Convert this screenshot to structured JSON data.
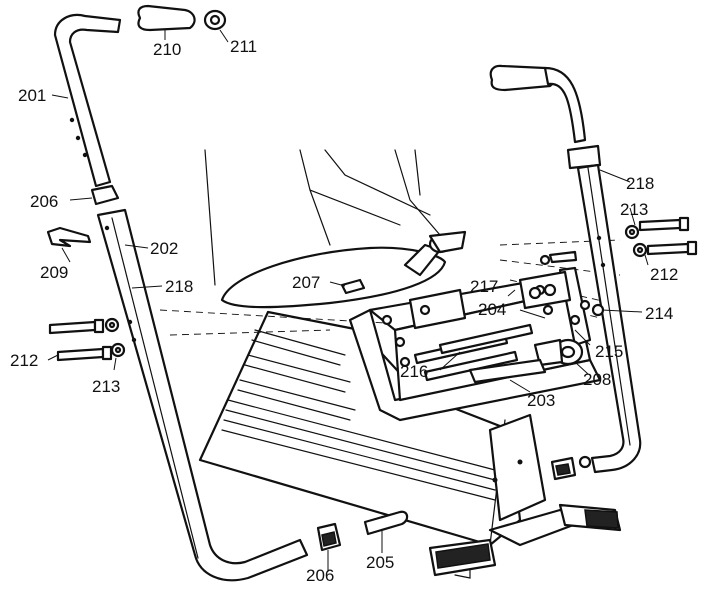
{
  "callouts": {
    "c201": "201",
    "c202": "202",
    "c203": "203",
    "c204": "204",
    "c205": "205",
    "c206a": "206",
    "c206b": "206",
    "c207": "207",
    "c208": "208",
    "c209": "209",
    "c210": "210",
    "c211": "211",
    "c212a": "212",
    "c212b": "212",
    "c213a": "213",
    "c213b": "213",
    "c214": "214",
    "c215": "215",
    "c216": "216",
    "c217": "217",
    "c218a": "218",
    "c218b": "218"
  }
}
